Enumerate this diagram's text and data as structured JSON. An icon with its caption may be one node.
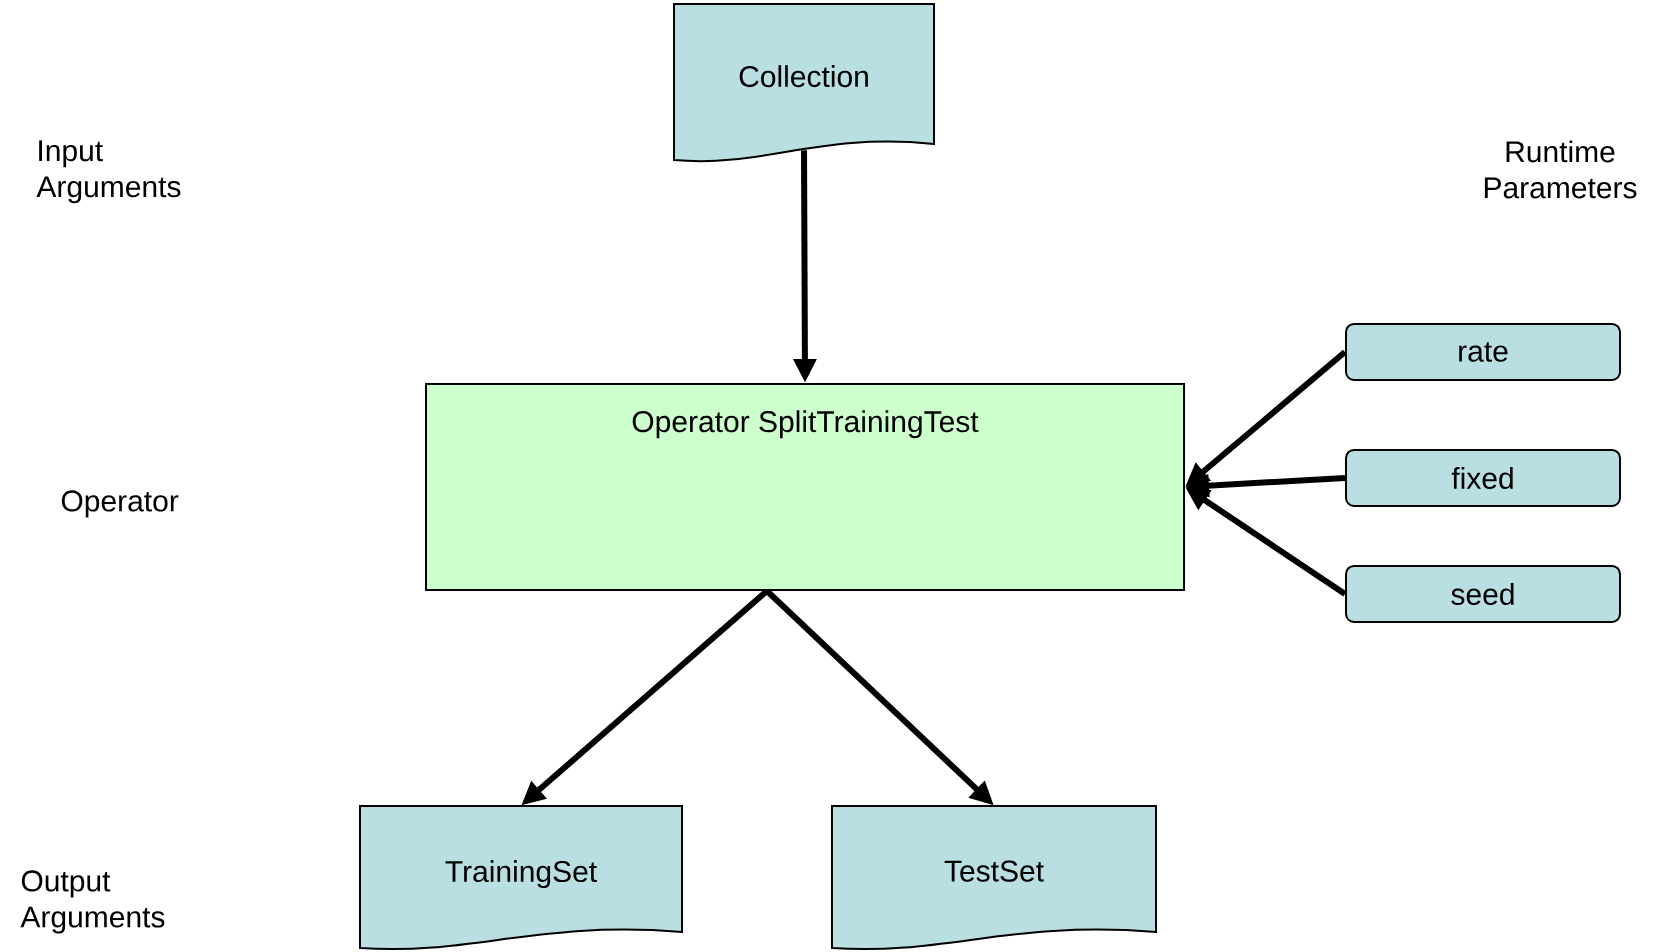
{
  "diagram": {
    "nodes": [
      {
        "text": [
          "Collection"
        ]
      },
      {
        "text": [
          "Operator SplitTrainingTest"
        ]
      },
      {
        "text": [
          "rate"
        ]
      },
      {
        "text": [
          "fixed"
        ]
      },
      {
        "text": [
          "seed"
        ]
      },
      {
        "text": [
          "TrainingSet"
        ]
      },
      {
        "text": [
          "TestSet"
        ]
      }
    ],
    "edges": [
      {
        "from": 0,
        "to": 1,
        "arrow": "to"
      },
      {
        "from": 2,
        "to": 1,
        "arrow": "to"
      },
      {
        "from": 3,
        "to": 1,
        "arrow": "to"
      },
      {
        "from": 4,
        "to": 1,
        "arrow": "to"
      },
      {
        "from": 1,
        "to": 5,
        "arrow": "to"
      },
      {
        "from": 1,
        "to": 6,
        "arrow": "to"
      }
    ],
    "labels": [
      "Input Arguments",
      "Runtime Parameters",
      "Operator",
      "Output Arguments"
    ]
  }
}
